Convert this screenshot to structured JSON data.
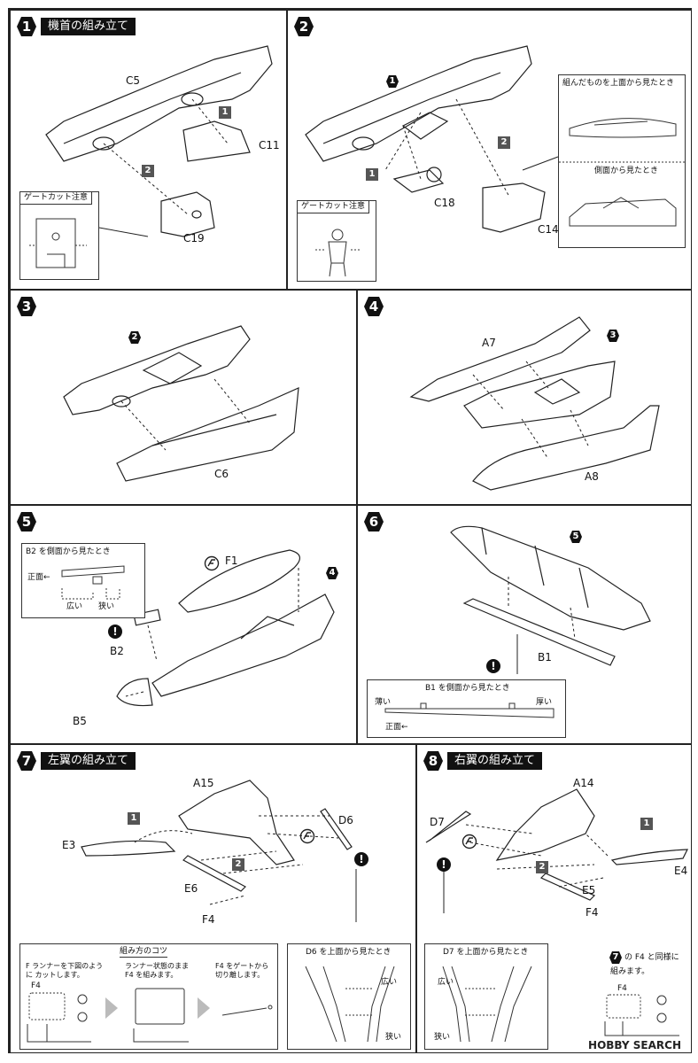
{
  "steps": [
    {
      "num": "1",
      "title": "機首の組み立て"
    },
    {
      "num": "2",
      "title": ""
    },
    {
      "num": "3",
      "title": ""
    },
    {
      "num": "4",
      "title": ""
    },
    {
      "num": "5",
      "title": ""
    },
    {
      "num": "6",
      "title": ""
    },
    {
      "num": "7",
      "title": "左翼の組み立て"
    },
    {
      "num": "8",
      "title": "右翼の組み立て"
    }
  ],
  "sub_steps": {
    "one": "1",
    "two": "2"
  },
  "warn_mark": "!",
  "step1": {
    "parts": [
      "C5",
      "C11",
      "C19"
    ],
    "gate_cut_note": "ゲートカット注意"
  },
  "step2": {
    "parts": [
      "C18",
      "C14"
    ],
    "gate_cut_note": "ゲートカット注意",
    "view_top": "組んだものを上面から見たとき",
    "view_side": "側面から見たとき"
  },
  "step3": {
    "parts": [
      "C6"
    ]
  },
  "step4": {
    "parts": [
      "A7",
      "A8"
    ]
  },
  "step5": {
    "parts": [
      "F1",
      "B2",
      "B5"
    ],
    "side_view": "B2 を側面から見たとき",
    "front": "正面←",
    "wide": "広い",
    "narrow": "狭い"
  },
  "step6": {
    "parts": [
      "B1"
    ],
    "side_view": "B1 を側面から見たとき",
    "thin": "薄い",
    "thick": "厚い",
    "front": "正面←"
  },
  "step7": {
    "parts": [
      "A15",
      "D6",
      "E3",
      "E6",
      "F4"
    ],
    "tips_title": "組み方のコツ",
    "tip1": "F ランナーを下図のように カットします。",
    "tip2": "ランナー状態のまま F4 を組みます。",
    "tip3": "F4 をゲートから 切り離します。",
    "runner_part": "F4",
    "top_view": "D6 を上面から見たとき",
    "wide": "広い",
    "narrow": "狭い"
  },
  "step8": {
    "parts": [
      "A14",
      "D7",
      "E4",
      "E5",
      "F4"
    ],
    "top_view": "D7 を上面から見たとき",
    "wide": "広い",
    "narrow": "狭い",
    "same_note_pre": "の F4 と同様に",
    "same_note_post": "組みます。",
    "same_ref": "7",
    "runner_part": "F4"
  },
  "watermark": "HOBBY SEARCH",
  "colors": {
    "ink": "#111111",
    "sub_step_bg": "#555555"
  }
}
